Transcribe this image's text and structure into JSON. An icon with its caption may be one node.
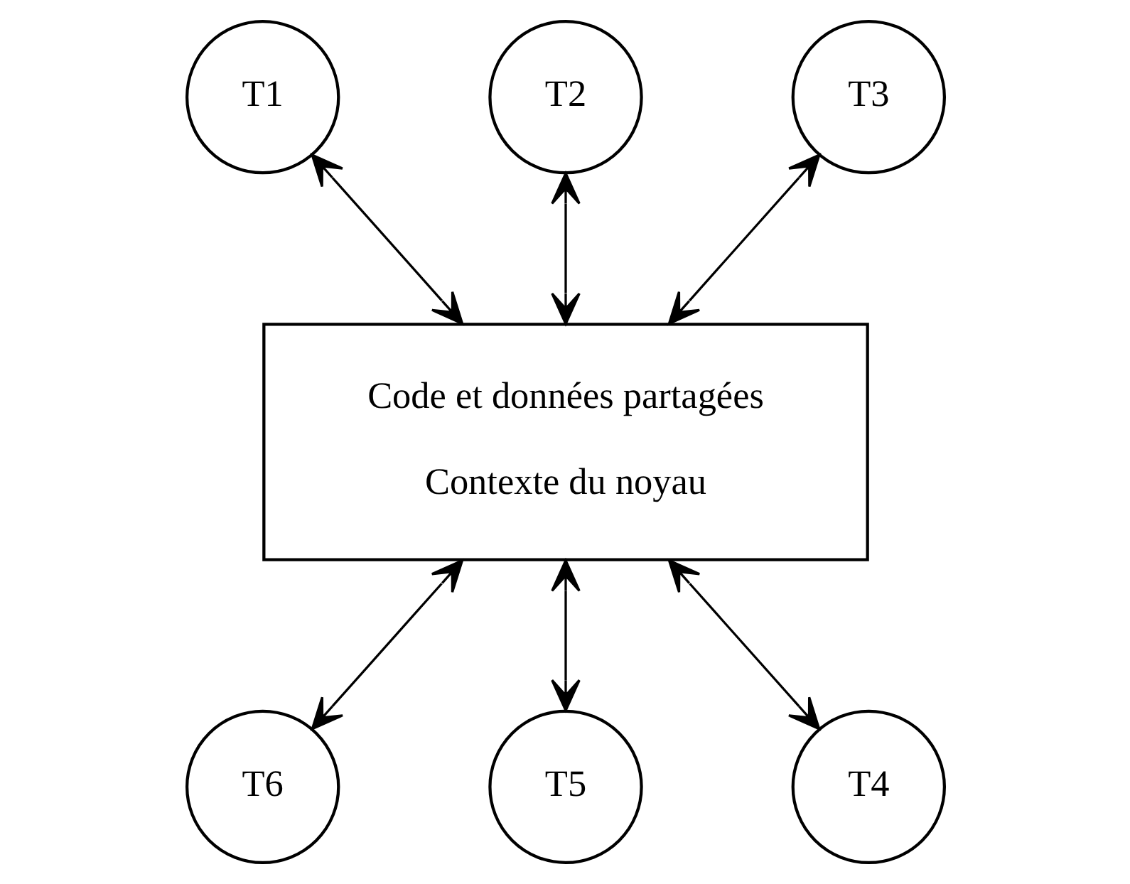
{
  "diagram": {
    "nodes": [
      {
        "text": [
          "T1"
        ]
      },
      {
        "text": [
          "T2"
        ]
      },
      {
        "text": [
          "T3"
        ]
      },
      {
        "text": [
          "Code et données partagées",
          "Contexte du noyau"
        ]
      },
      {
        "text": [
          "T6"
        ]
      },
      {
        "text": [
          "T5"
        ]
      },
      {
        "text": [
          "T4"
        ]
      }
    ],
    "edges": [
      {
        "from": 0,
        "to": 3,
        "arrow": "both"
      },
      {
        "from": 1,
        "to": 3,
        "arrow": "both"
      },
      {
        "from": 2,
        "to": 3,
        "arrow": "both"
      },
      {
        "from": 3,
        "to": 4,
        "arrow": "both"
      },
      {
        "from": 3,
        "to": 5,
        "arrow": "both"
      },
      {
        "from": 3,
        "to": 6,
        "arrow": "both"
      }
    ]
  }
}
